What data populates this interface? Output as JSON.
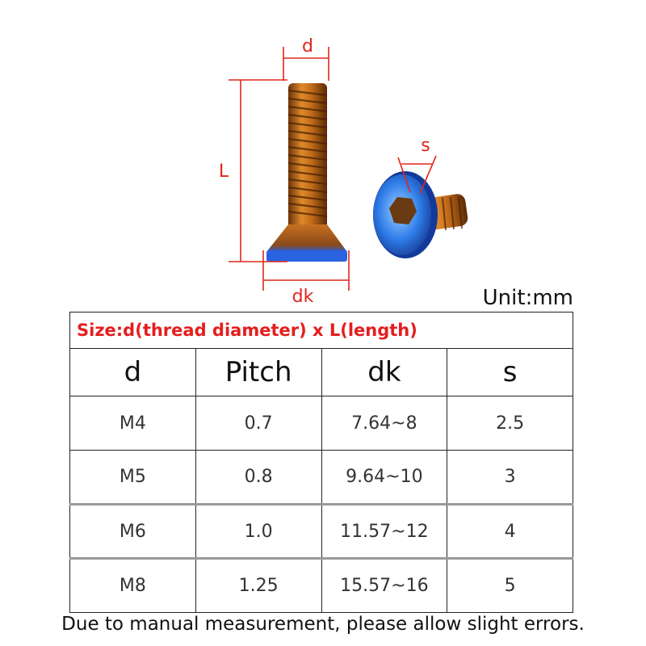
{
  "diagram": {
    "label_d": "d",
    "label_L": "L",
    "label_s": "s",
    "label_dk": "dk"
  },
  "unit": "Unit:mm",
  "table": {
    "title": "Size:d(thread diameter)  x L(length)",
    "headers": [
      "d",
      "Pitch",
      "dk",
      "s"
    ],
    "rows": [
      [
        "M4",
        "0.7",
        "7.64~8",
        "2.5"
      ],
      [
        "M5",
        "0.8",
        "9.64~10",
        "3"
      ],
      [
        "M6",
        "1.0",
        "11.57~12",
        "4"
      ],
      [
        "M8",
        "1.25",
        "15.57~16",
        "5"
      ]
    ]
  },
  "note": "Due to manual measurement, please allow slight errors.",
  "colors": {
    "dimension_lines": "#e0261c",
    "title_text": "#e41e1e",
    "screw_bronze": "#b8651a",
    "screw_blue": "#1f5fd6"
  }
}
